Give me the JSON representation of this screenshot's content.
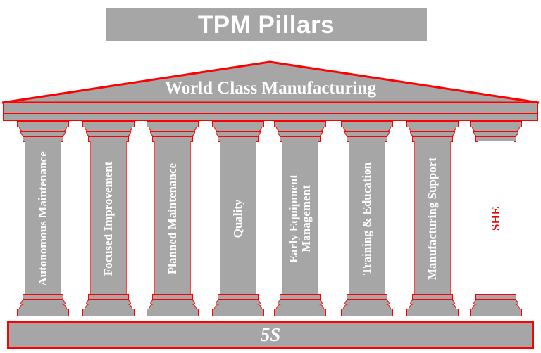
{
  "diagram": {
    "title": "TPM Pillars",
    "roof_label": "World Class Manufacturing",
    "foundation_label": "5S",
    "colors": {
      "gray_fill": "#a6a6a6",
      "red_outline": "#ff0000",
      "white_text": "#ffffff",
      "red_text": "#ee0000",
      "background": "#ffffff"
    },
    "pillars": [
      {
        "id": "autonomous-maintenance",
        "label": "Autonomous Maintenance",
        "style": "filled",
        "text_color": "#ffffff"
      },
      {
        "id": "focused-improvement",
        "label": "Focused Improvement",
        "style": "filled",
        "text_color": "#ffffff"
      },
      {
        "id": "planned-maintenance",
        "label": "Planned Maintenance",
        "style": "filled",
        "text_color": "#ffffff"
      },
      {
        "id": "quality",
        "label": "Quality",
        "style": "filled",
        "text_color": "#ffffff"
      },
      {
        "id": "early-equipment-management",
        "label": "Early Equipment Management",
        "style": "filled",
        "text_color": "#ffffff"
      },
      {
        "id": "training-and-education",
        "label": "Training & Education",
        "style": "filled",
        "text_color": "#ffffff"
      },
      {
        "id": "manufacturing-support",
        "label": "Manufacturing Support",
        "style": "filled",
        "text_color": "#ffffff"
      },
      {
        "id": "she",
        "label": "SHE",
        "style": "hollow",
        "text_color": "#ee0000"
      }
    ]
  }
}
